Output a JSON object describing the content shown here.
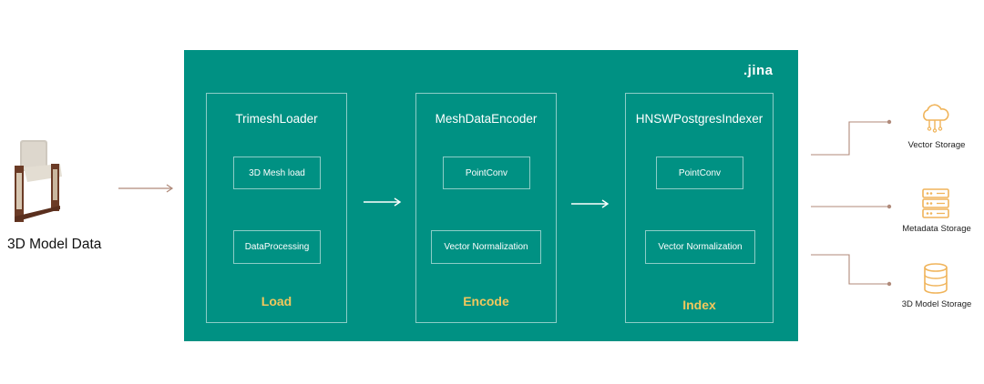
{
  "source": {
    "label": "3D Model Data"
  },
  "brand": {
    "logo_text": ".jina"
  },
  "stages": [
    {
      "title": "TrimeshLoader",
      "steps": [
        "3D Mesh load",
        "DataProcessing"
      ],
      "phase": "Load"
    },
    {
      "title": "MeshDataEncoder",
      "steps": [
        "PointConv",
        "Vector Normalization"
      ],
      "phase": "Encode"
    },
    {
      "title": "HNSWPostgresIndexer",
      "steps": [
        "PointConv",
        "Vector Normalization"
      ],
      "phase": "Index"
    }
  ],
  "storages": [
    {
      "label": "Vector Storage",
      "icon": "cloud-icon"
    },
    {
      "label": "Metadata Storage",
      "icon": "server-icon"
    },
    {
      "label": "3D Model Storage",
      "icon": "database-icon"
    }
  ],
  "colors": {
    "panel": "#009183",
    "accent": "#f2c75c",
    "connector": "#b08a7a",
    "storage_icon": "#f0b45a"
  }
}
